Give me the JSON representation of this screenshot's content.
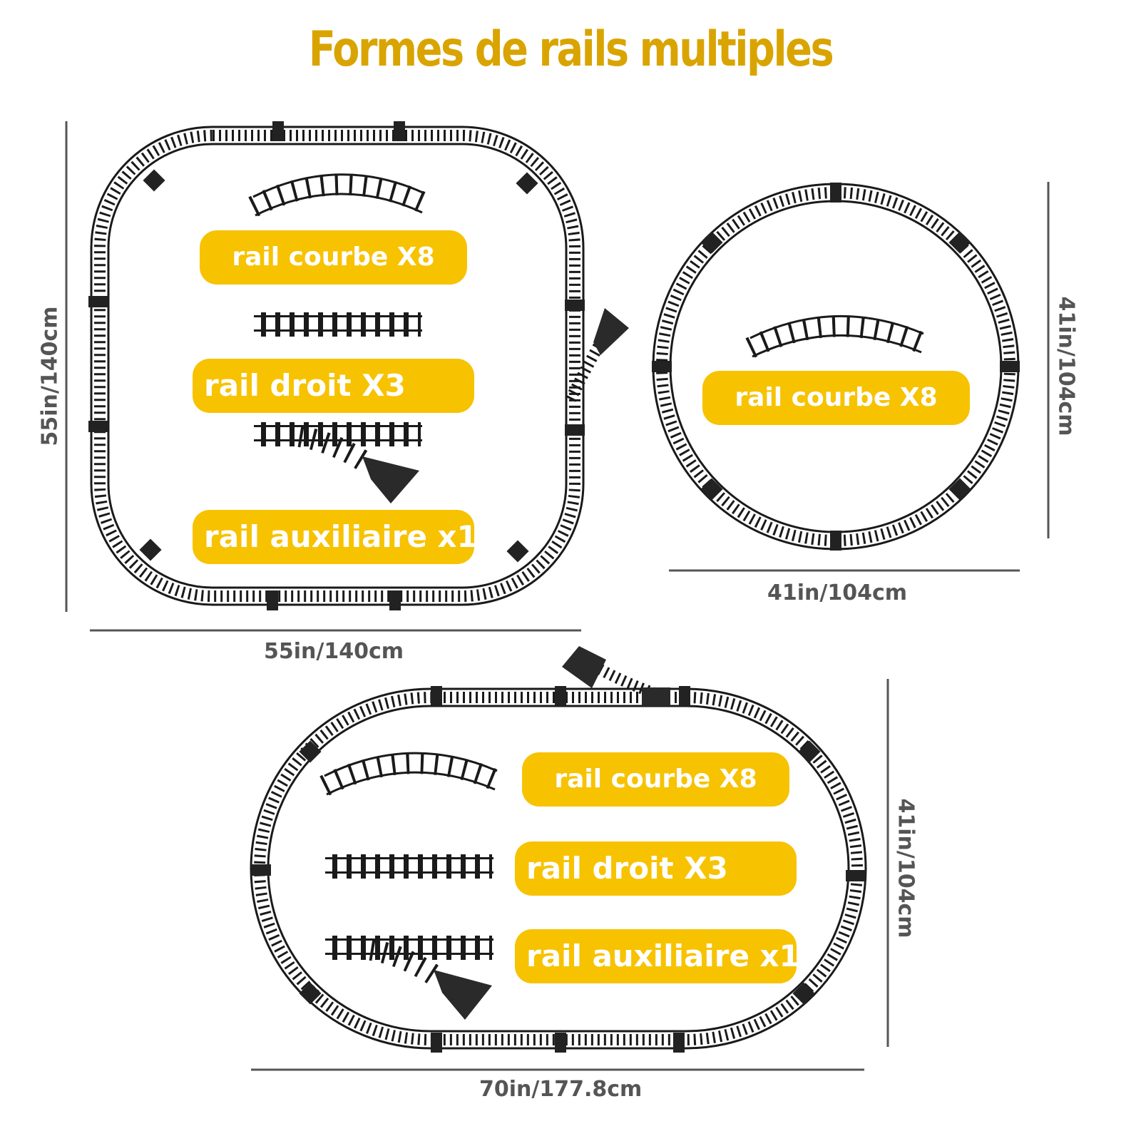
{
  "title": "Formes de rails multiples",
  "colors": {
    "accent": "#F7C200",
    "title": "#D9A400",
    "track": "#1a1a1a",
    "dimension": "#555555"
  },
  "layouts": [
    {
      "shape": "rounded-square",
      "labels": {
        "curve": "rail courbe X8",
        "straight": "rail droit X3",
        "aux": "rail auxiliaire x1"
      },
      "width_label": "55in/140cm",
      "height_label": "55in/140cm"
    },
    {
      "shape": "circle",
      "labels": {
        "curve": "rail courbe X8"
      },
      "width_label": "41in/104cm",
      "height_label": "41in/104cm"
    },
    {
      "shape": "oval",
      "labels": {
        "curve": "rail courbe X8",
        "straight": "rail droit X3",
        "aux": "rail auxiliaire x1"
      },
      "width_label": "70in/177.8cm",
      "height_label": "41in/104cm"
    }
  ]
}
